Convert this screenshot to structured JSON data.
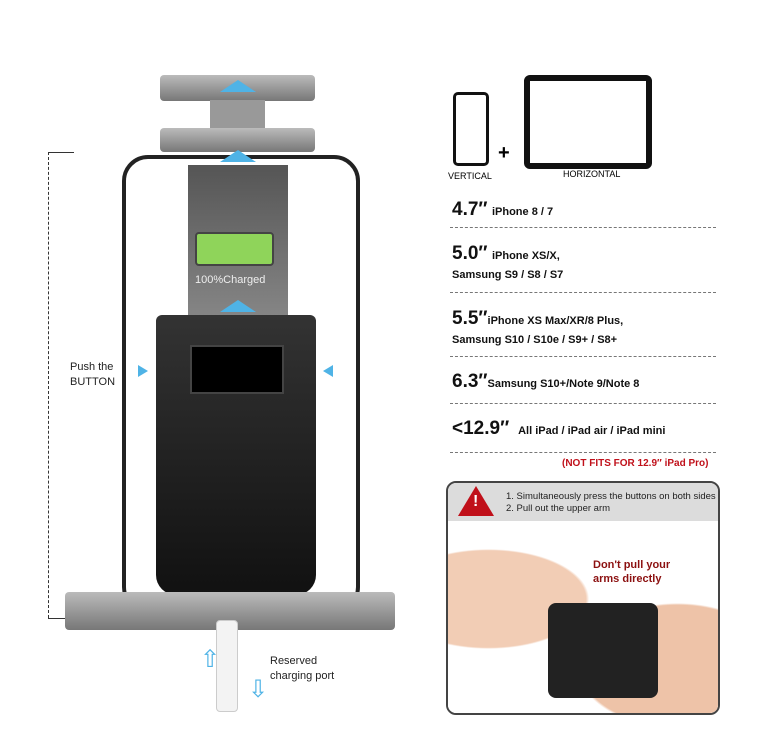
{
  "devices": {
    "vertical_label": "VERTICAL",
    "plus": "+",
    "horizontal_label": "HORIZONTAL"
  },
  "sizes": [
    {
      "size": "4.7″",
      "models": "iPhone 8 / 7",
      "models2": ""
    },
    {
      "size": "5.0″",
      "models": "iPhone XS/X,",
      "models2": "Samsung S9 / S8 / S7"
    },
    {
      "size": "5.5″",
      "models": "iPhone XS Max/XR/8 Plus,",
      "models2": "Samsung S10 / S10e / S9+ / S8+"
    },
    {
      "size": "6.3″",
      "models": "Samsung S10+/Note 9/Note 8",
      "models2": ""
    },
    {
      "size": "<12.9″",
      "models": "All iPad /  iPad air / iPad mini",
      "models2": ""
    }
  ],
  "warning_note": "(NOT FITS FOR 12.9″  iPad Pro)",
  "instructions": {
    "step1": "1. Simultaneously press the buttons on both sides",
    "step2": "2. Pull out the upper arm",
    "caution_line1": "Don't pull your",
    "caution_line2": "arms directly"
  },
  "labels": {
    "push1": "Push the",
    "push2": "BUTTON",
    "charged": "100%Charged",
    "port1": "Reserved",
    "port2": "charging port"
  },
  "colors": {
    "accent": "#4fb3e6",
    "warning": "#c0101a"
  }
}
